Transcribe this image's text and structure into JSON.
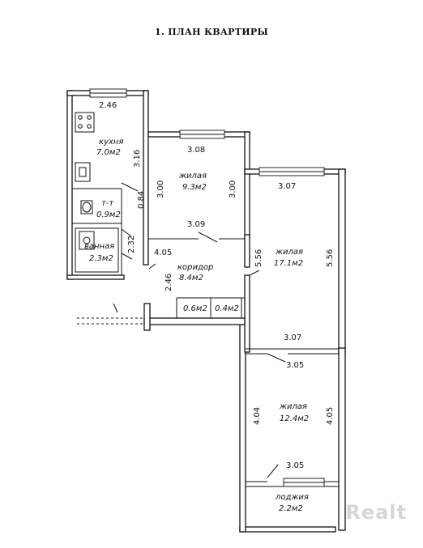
{
  "title": "1. ПЛАН КВАРТИРЫ",
  "watermark": "Realt",
  "rooms": {
    "kitchen": {
      "name": "кухня",
      "area": "7.0м2"
    },
    "toilet": {
      "name": "т-т",
      "area": "0.9м2"
    },
    "bathroom": {
      "name": "ванная",
      "area": "2.3м2"
    },
    "bedroom1": {
      "name": "жилая",
      "area": "9.3м2"
    },
    "corridor": {
      "name": "коридор",
      "area": "8.4м2"
    },
    "closet1": {
      "area": "0.6м2"
    },
    "closet2": {
      "area": "0.4м2"
    },
    "bedroom2": {
      "name": "жилая",
      "area": "17.1м2"
    },
    "bedroom3": {
      "name": "жилая",
      "area": "12.4м2"
    },
    "loggia": {
      "name": "лоджия",
      "area": "2.2м2"
    }
  },
  "dims": {
    "kitchen_top": "2.46",
    "kitchen_right": "3.16",
    "toilet_right": "0.84",
    "bath_right": "2.32",
    "b1_top": "3.08",
    "b1_left": "3.00",
    "b1_right": "3.00",
    "b1_bottom": "3.09",
    "corridor_top": "4.05",
    "corridor_left": "2.46",
    "b2_top": "3.07",
    "b2_left": "5.56",
    "b2_right": "5.56",
    "b2_bottom": "3.07",
    "b3_top": "3.05",
    "b3_left": "4.04",
    "b3_right": "4.05",
    "b3_bottom": "3.05"
  }
}
